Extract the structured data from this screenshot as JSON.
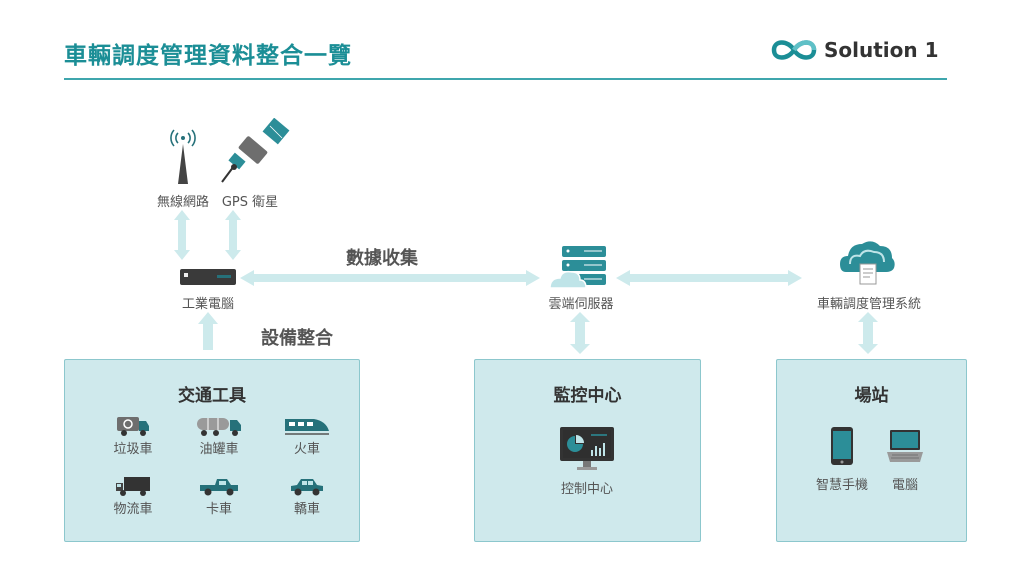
{
  "header": {
    "title": "車輛調度管理資料整合一覽",
    "logo_text": "Solution 1"
  },
  "nodes": {
    "wireless": "無線網路",
    "gps": "GPS 衛星",
    "industrial_pc": "工業電腦",
    "cloud_server": "雲端伺服器",
    "dispatch_system": "車輛調度管理系統"
  },
  "links": {
    "data_collection": "數據收集",
    "device_integration": "設備整合"
  },
  "boxes": {
    "transport": {
      "title": "交通工具",
      "items": [
        "垃圾車",
        "油罐車",
        "火車",
        "物流車",
        "卡車",
        "轎車"
      ]
    },
    "monitoring": {
      "title": "監控中心",
      "items": [
        "控制中心"
      ]
    },
    "station": {
      "title": "場站",
      "items": [
        "智慧手機",
        "電腦"
      ]
    }
  },
  "colors": {
    "accent": "#1b8e96",
    "arrow": "#cdeaec",
    "box": "#cfe9ec",
    "icon": "#26717a"
  }
}
